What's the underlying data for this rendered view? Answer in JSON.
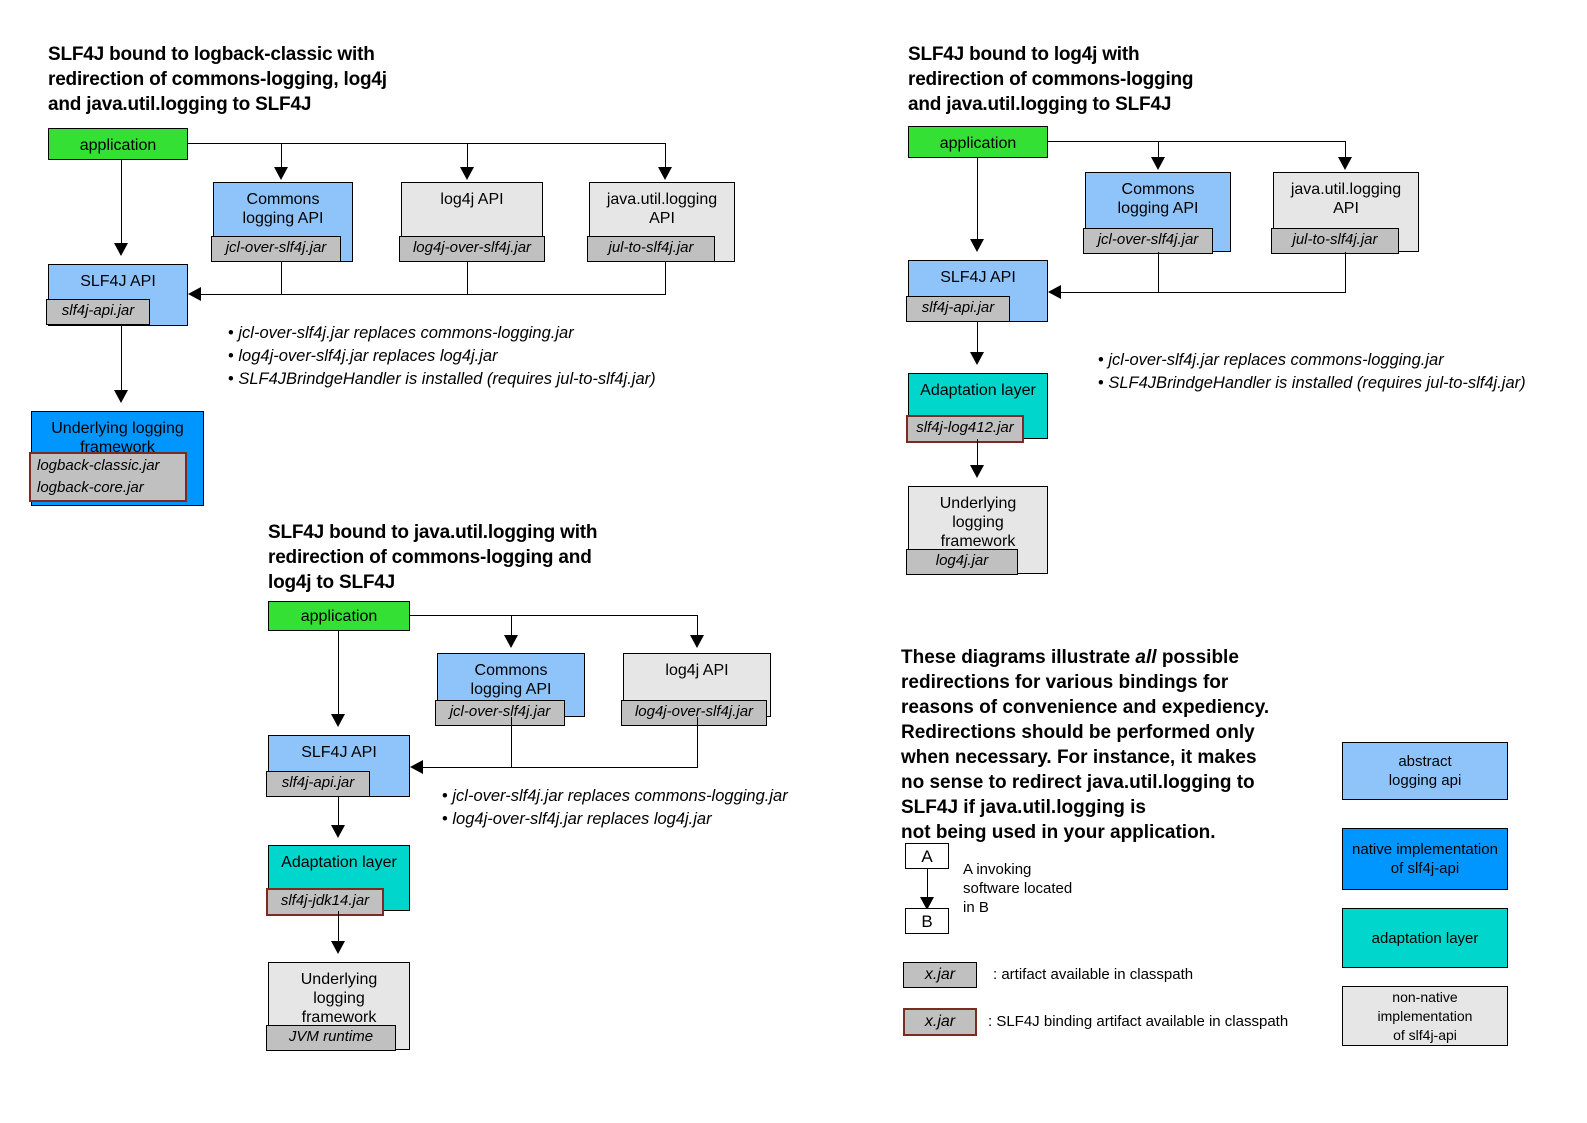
{
  "diagram1": {
    "title": "SLF4J bound to logback-classic with\nredirection of commons-logging, log4j\nand java.util.logging to SLF4J",
    "nodes": {
      "application": "application",
      "commons": "Commons\nlogging API",
      "commons_jar": "jcl-over-slf4j.jar",
      "log4j": "log4j API",
      "log4j_jar": "log4j-over-slf4j.jar",
      "jul": "java.util.logging\nAPI",
      "jul_jar": "jul-to-slf4j.jar",
      "slf4j_api": "SLF4J API",
      "slf4j_api_jar": "slf4j-api.jar",
      "underlying": "Underlying logging\nframework",
      "underlying_jar": "logback-classic.jar\nlogback-core.jar"
    },
    "bullets": [
      "jcl-over-slf4j.jar replaces commons-logging.jar",
      "log4j-over-slf4j.jar replaces log4j.jar",
      "SLF4JBrindgeHandler is installed (requires jul-to-slf4j.jar)"
    ]
  },
  "diagram2": {
    "title": "SLF4J bound to log4j with\nredirection of commons-logging\nand java.util.logging to SLF4J",
    "nodes": {
      "application": "application",
      "commons": "Commons\nlogging API",
      "commons_jar": "jcl-over-slf4j.jar",
      "jul": "java.util.logging\nAPI",
      "jul_jar": "jul-to-slf4j.jar",
      "slf4j_api": "SLF4J API",
      "slf4j_api_jar": "slf4j-api.jar",
      "adaptation": "Adaptation layer",
      "adaptation_jar": "slf4j-log412.jar",
      "underlying": "Underlying\nlogging\nframework",
      "underlying_jar": "log4j.jar"
    },
    "bullets": [
      "jcl-over-slf4j.jar replaces commons-logging.jar",
      "SLF4JBrindgeHandler is installed (requires jul-to-slf4j.jar)"
    ]
  },
  "diagram3": {
    "title": "SLF4J bound to java.util.logging with\nredirection of commons-logging and\nlog4j to SLF4J",
    "nodes": {
      "application": "application",
      "commons": "Commons\nlogging API",
      "commons_jar": "jcl-over-slf4j.jar",
      "log4j": "log4j API",
      "log4j_jar": "log4j-over-slf4j.jar",
      "slf4j_api": "SLF4J API",
      "slf4j_api_jar": "slf4j-api.jar",
      "adaptation": "Adaptation layer",
      "adaptation_jar": "slf4j-jdk14.jar",
      "underlying": "Underlying\nlogging\nframework",
      "underlying_jar": "JVM runtime"
    },
    "bullets": [
      "jcl-over-slf4j.jar replaces commons-logging.jar",
      "log4j-over-slf4j.jar replaces log4j.jar"
    ]
  },
  "note": {
    "line1": "These diagrams illustrate ",
    "emphasis": "all",
    "line2": " possible\nredirections for various bindings for\nreasons of convenience and expediency.\nRedirections should be performed only\nwhen necessary. For instance, it makes\nno sense to redirect java.util.logging to\nSLF4J if java.util.logging is\nnot being used in your application."
  },
  "legend": {
    "arrow": {
      "box_a": "A",
      "box_b": "B",
      "caption": "A invoking\nsoftware located\nin B"
    },
    "jar_plain": {
      "label": "x.jar",
      "caption": ": artifact available in classpath"
    },
    "jar_binding": {
      "label": "x.jar",
      "caption": ": SLF4J binding artifact available in classpath"
    },
    "swatches": [
      {
        "label": "abstract\nlogging api",
        "color": "#8fc4fb"
      },
      {
        "label": "native implementation\nof slf4j-api",
        "color": "#0096ff"
      },
      {
        "label": "adaptation layer",
        "color": "#00d6cb"
      },
      {
        "label": "non-native implementation\nof slf4j-api",
        "color": "#e6e6e6"
      }
    ]
  }
}
